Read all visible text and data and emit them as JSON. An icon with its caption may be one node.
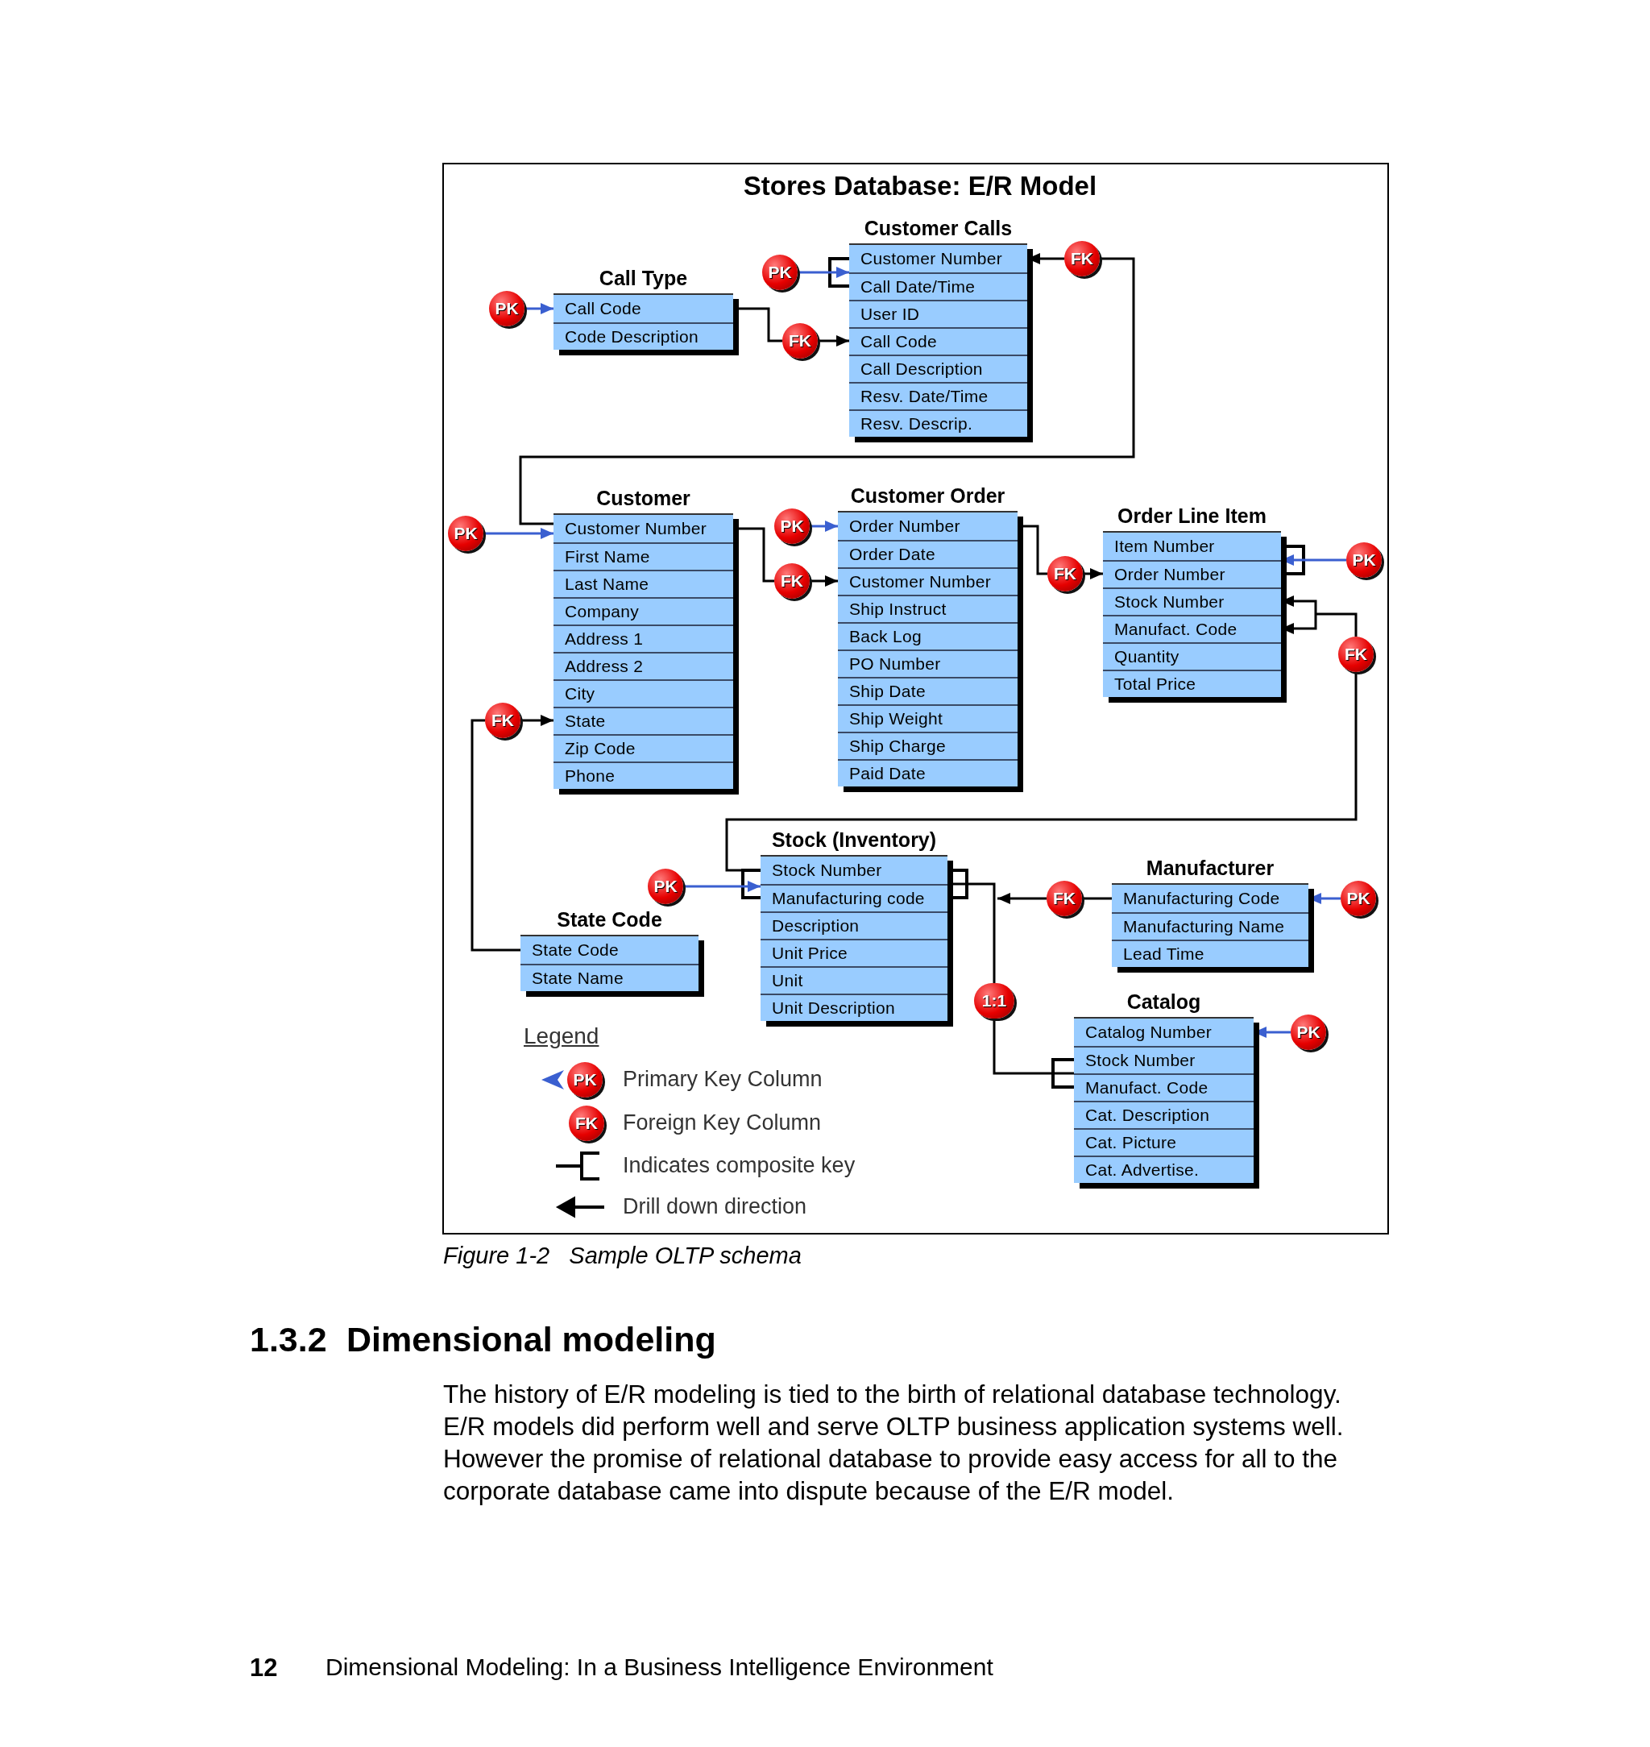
{
  "diagram": {
    "title": "Stores Database: E/R Model",
    "caption": "Figure 1-2   Sample OLTP schema",
    "nodes": [
      {
        "text": [
          "PK"
        ]
      },
      {
        "text": [
          "Call Type",
          "Call Code",
          "Code Description"
        ]
      },
      {
        "text": [
          "FK"
        ]
      },
      {
        "text": [
          "PK"
        ]
      },
      {
        "text": [
          "Customer Calls",
          "Customer Number",
          "Call Date/Time",
          "User ID",
          "Call Code",
          "Call Description",
          "Resv. Date/Time",
          "Resv. Descrip."
        ]
      },
      {
        "text": [
          "FK"
        ]
      },
      {
        "text": [
          "PK"
        ]
      },
      {
        "text": [
          "Customer",
          "Customer Number",
          "First Name",
          "Last Name",
          "Company",
          "Address 1",
          "Address 2",
          "City",
          "State",
          "Zip Code",
          "Phone"
        ]
      },
      {
        "text": [
          "PK"
        ]
      },
      {
        "text": [
          "FK"
        ]
      },
      {
        "text": [
          "Customer Order",
          "Order Number",
          "Order Date",
          "Customer Number",
          "Ship Instruct",
          "Back Log",
          "PO Number",
          "Ship Date",
          "Ship Weight",
          "Ship Charge",
          "Paid Date"
        ]
      },
      {
        "text": [
          "FK"
        ]
      },
      {
        "text": [
          "Order Line Item",
          "Item Number",
          "Order Number",
          "Stock Number",
          "Manufact. Code",
          "Quantity",
          "Total Price"
        ]
      },
      {
        "text": [
          "PK"
        ]
      },
      {
        "text": [
          "FK"
        ]
      },
      {
        "text": [
          "FK"
        ]
      },
      {
        "text": [
          "PK"
        ]
      },
      {
        "text": [
          "Stock (Inventory)",
          "Stock Number",
          "Manufacturing code",
          "Description",
          "Unit Price",
          "Unit",
          "Unit Description"
        ]
      },
      {
        "text": [
          "FK"
        ]
      },
      {
        "text": [
          "Manufacturer",
          "Manufacturing Code",
          "Manufacturing Name",
          "Lead Time"
        ]
      },
      {
        "text": [
          "PK"
        ]
      },
      {
        "text": [
          "State Code",
          "State Code",
          "State Name"
        ]
      },
      {
        "text": [
          "1:1"
        ]
      },
      {
        "text": [
          "Catalog",
          "Catalog Number",
          "Stock Number",
          "Manufact. Code",
          "Cat. Description",
          "Cat. Picture",
          "Cat. Advertise."
        ]
      },
      {
        "text": [
          "PK"
        ]
      }
    ],
    "edges": [
      {
        "from": 0,
        "to": 1,
        "arrow": "to",
        "color": "#3a5fd0"
      },
      {
        "from": 1,
        "to": 2,
        "arrow": "none"
      },
      {
        "from": 2,
        "to": 4,
        "arrow": "to"
      },
      {
        "from": 3,
        "to": 4,
        "arrow": "to",
        "color": "#3a5fd0"
      },
      {
        "from": 7,
        "to": 5,
        "arrow": "none"
      },
      {
        "from": 5,
        "to": 4,
        "arrow": "to"
      },
      {
        "from": 6,
        "to": 7,
        "arrow": "to",
        "color": "#3a5fd0"
      },
      {
        "from": 8,
        "to": 10,
        "arrow": "to",
        "color": "#3a5fd0"
      },
      {
        "from": 7,
        "to": 9,
        "arrow": "none"
      },
      {
        "from": 9,
        "to": 10,
        "arrow": "to"
      },
      {
        "from": 10,
        "to": 11,
        "arrow": "none"
      },
      {
        "from": 11,
        "to": 12,
        "arrow": "to"
      },
      {
        "from": 13,
        "to": 12,
        "arrow": "to",
        "color": "#3a5fd0"
      },
      {
        "from": 17,
        "to": 14,
        "arrow": "none"
      },
      {
        "from": 14,
        "to": 12,
        "arrow": "to"
      },
      {
        "from": 21,
        "to": 15,
        "arrow": "none"
      },
      {
        "from": 15,
        "to": 7,
        "arrow": "to"
      },
      {
        "from": 16,
        "to": 17,
        "arrow": "to",
        "color": "#3a5fd0"
      },
      {
        "from": 19,
        "to": 18,
        "arrow": "none"
      },
      {
        "from": 18,
        "to": null,
        "arrow": "to"
      },
      {
        "from": 20,
        "to": 19,
        "arrow": "to",
        "color": "#3a5fd0"
      },
      {
        "from": 17,
        "to": 22,
        "arrow": "none"
      },
      {
        "from": 22,
        "to": 23,
        "arrow": "none"
      },
      {
        "from": 24,
        "to": 23,
        "arrow": "to",
        "color": "#3a5fd0"
      }
    ],
    "labels": [
      "Legend",
      "PK",
      "FK",
      "1.3.2",
      "Dimensional modeling",
      "The history of E/R modeling is tied to the birth of relational database technology. E/R models did perform well and serve OLTP business application systems well. However the promise of relational database to provide easy access for all to the corporate database came into dispute because of the E/R model.",
      "12",
      "Dimensional Modeling: In a Business Intelligence Environment"
    ],
    "legend": [
      {
        "text": "Primary Key Column"
      },
      {
        "text": "Foreign Key Column"
      },
      {
        "text": "Indicates composite key"
      },
      {
        "text": "Drill down direction"
      }
    ]
  }
}
